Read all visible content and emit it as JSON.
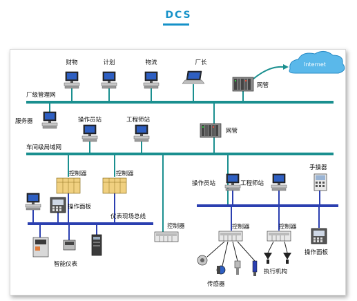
{
  "title": "DCS",
  "colors": {
    "accent": "#1591c8",
    "bus": "#1a8f8f",
    "field_bus": "#2b3fb0",
    "cloud": "#3aa7e0"
  },
  "labels": {
    "finance": "财物",
    "plan": "计划",
    "logistics": "物流",
    "factory_director": "厂长",
    "internet": "Internet",
    "gateway_top": "网管",
    "plant_network": "厂级管理网",
    "server": "服务器",
    "operator_station_top": "操作员站",
    "engineer_station_top": "工程师站",
    "gateway_mid": "网管",
    "workshop_lan": "车间级局域网",
    "controller_1": "控制器",
    "controller_2": "控制器",
    "operation_panel_left": "操作面板",
    "instrument_fieldbus": "仪表现场总线",
    "smart_instrument": "智能仪表",
    "controller_3": "控制器",
    "operator_station_right": "操作员站",
    "engineer_station_right": "工程师站",
    "hand_operator": "手操器",
    "controller_4": "控制器",
    "controller_5": "控制器",
    "operation_panel_right": "操作面板",
    "sensor": "传感器",
    "actuator": "执行机构"
  }
}
